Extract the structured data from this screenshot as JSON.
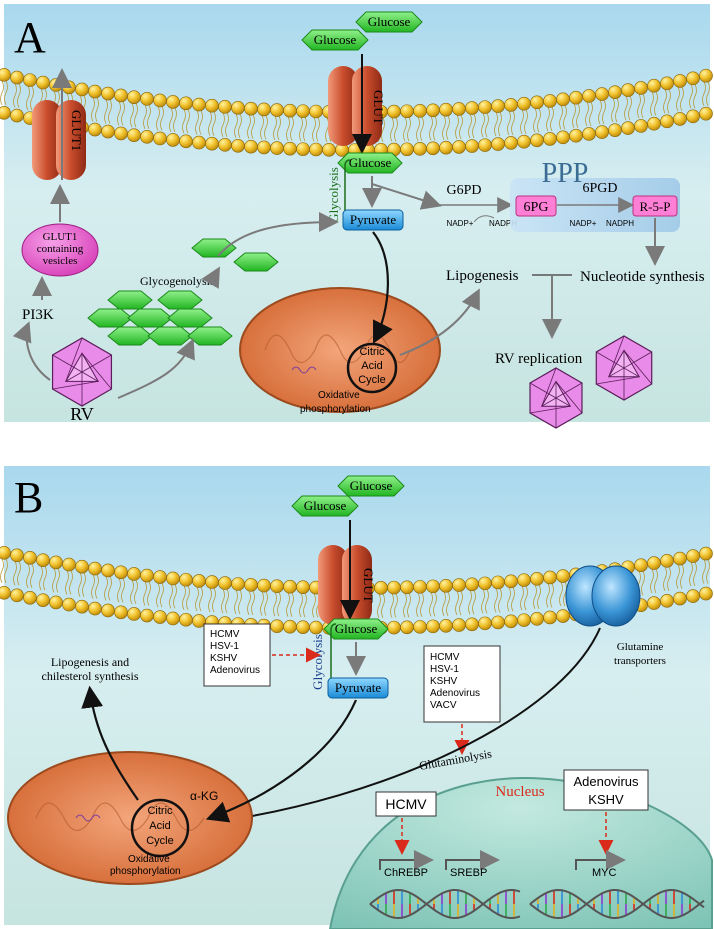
{
  "panel_a": {
    "letter": "A",
    "glucose_1": "Glucose",
    "glucose_2": "Glucose",
    "glut": "GLUT",
    "glut1": "GLUT1",
    "glucose_inside": "Glucose",
    "glycolysis": "Glycolysis",
    "pyruvate": "Pyruvate",
    "g6pd": "G6PD",
    "nadp_1": "NADP+",
    "nadph_1": "NADPH",
    "ppp": "PPP",
    "pg6": "6PG",
    "pgd6": "6PGD",
    "r5p": "R-5-P",
    "nadp_2": "NADP+",
    "nadph_2": "NADPH",
    "glut1_vesicles": "GLUT1 containing vesicles",
    "pi3k": "PI3K",
    "glycogenolysis": "Glycogenolysis",
    "lipogenesis": "Lipogenesis",
    "nucleotide_synthesis": "Nucleotide synthesis",
    "rv_replication": "RV replication",
    "citric": "Citric",
    "acid": "Acid",
    "cycle": "Cycle",
    "oxidative": "Oxidative",
    "phosphorylation": "phosphorylation",
    "rv": "RV"
  },
  "panel_b": {
    "letter": "B",
    "glucose_1": "Glucose",
    "glucose_2": "Glucose",
    "glut": "GLUT",
    "glucose_inside": "Glucose",
    "glycolysis": "Glycolysis",
    "pyruvate": "Pyruvate",
    "virus_box_1": [
      "HCMV",
      "HSV-1",
      "KSHV",
      "Adenovirus"
    ],
    "virus_box_2": [
      "HCMV",
      "HSV-1",
      "KSHV",
      "Adenovirus",
      "VACV"
    ],
    "glutamine_transporters_1": "Glutamine",
    "glutamine_transporters_2": "transporters",
    "lipogenesis_1": "Lipogenesis and",
    "lipogenesis_2": "chilesterol synthesis",
    "glutaminolysis": "Glutaminolysis",
    "akg": "α-KG",
    "citric": "Citric",
    "acid": "Acid",
    "cycle": "Cycle",
    "oxidative": "Oxidative",
    "phosphorylation": "phosphorylation",
    "nucleus": "Nucleus",
    "hcmv": "HCMV",
    "adeno_kshv_1": "Adenovirus",
    "adeno_kshv_2": "KSHV",
    "chrebp": "ChREBP",
    "srebp": "SREBP",
    "myc": "MYC"
  },
  "colors": {
    "glucose_green": "#33cc33",
    "pyruvate_blue": "#1f9be0",
    "virus_pink": "#e98be8",
    "mito_orange": "#e07a47",
    "nucleus_teal": "#8fcfc4",
    "red_arrow": "#d92a1c"
  }
}
